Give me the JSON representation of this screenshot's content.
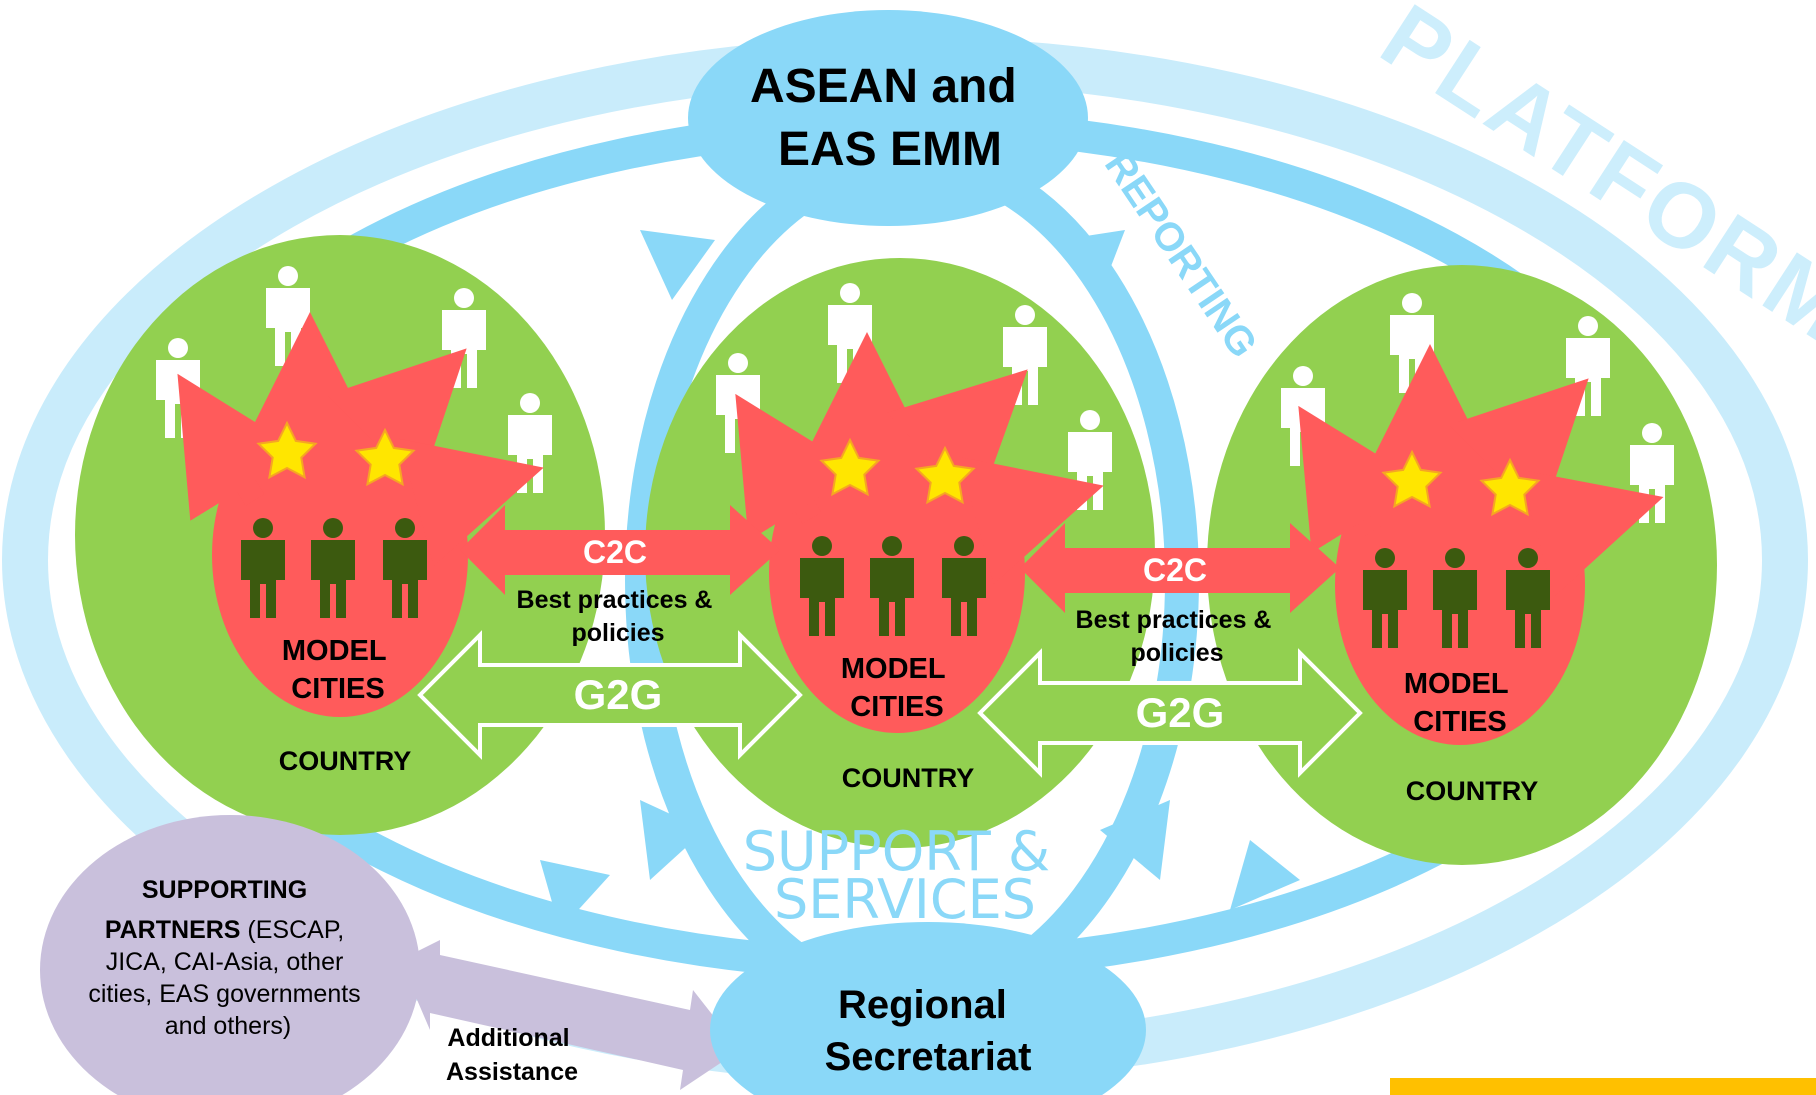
{
  "colors": {
    "outer_ring": "#c9ecfb",
    "light_blue": "#8ad8f8",
    "mid_blue": "#72cff6",
    "green": "#92d050",
    "red": "#ff5b5b",
    "dark_green": "#3c5a0f",
    "star_yellow": "#ffe600",
    "lavender": "#c9c0dc",
    "orange_bar": "#ffc000",
    "white": "#ffffff"
  },
  "platform_label": "PLATFORM",
  "reporting_label": "REPORTING",
  "support_services_label": {
    "line1": "SUPPORT &",
    "line2": "SERVICES"
  },
  "top_node": {
    "line1": "ASEAN and",
    "line2": "EAS EMM"
  },
  "bottom_node": {
    "line1": "Regional",
    "line2": "Secretariat"
  },
  "countries": [
    {
      "model_line1": "MODEL",
      "model_line2": "CITIES",
      "country_label": "COUNTRY"
    },
    {
      "model_line1": "MODEL",
      "model_line2": "CITIES",
      "country_label": "COUNTRY"
    },
    {
      "model_line1": "MODEL",
      "model_line2": "CITIES",
      "country_label": "COUNTRY"
    }
  ],
  "links": [
    {
      "c2c_label": "C2C",
      "best_line1": "Best practices &",
      "best_line2": "policies",
      "g2g_label": "G2G"
    },
    {
      "c2c_label": "C2C",
      "best_line1": "Best practices &",
      "best_line2": "policies",
      "g2g_label": "G2G"
    }
  ],
  "supporting_partners": {
    "title_line1": "SUPPORTING",
    "title_line2_bold": "PARTNERS",
    "title_line2_rest": " (ESCAP,",
    "line3": "JICA, CAI-Asia, other",
    "line4": "cities, EAS governments",
    "line5": "and others)"
  },
  "additional_assistance": {
    "line1": "Additional",
    "line2": "Assistance"
  },
  "icons": [
    "person-icon",
    "star-icon",
    "arrow-icon"
  ]
}
